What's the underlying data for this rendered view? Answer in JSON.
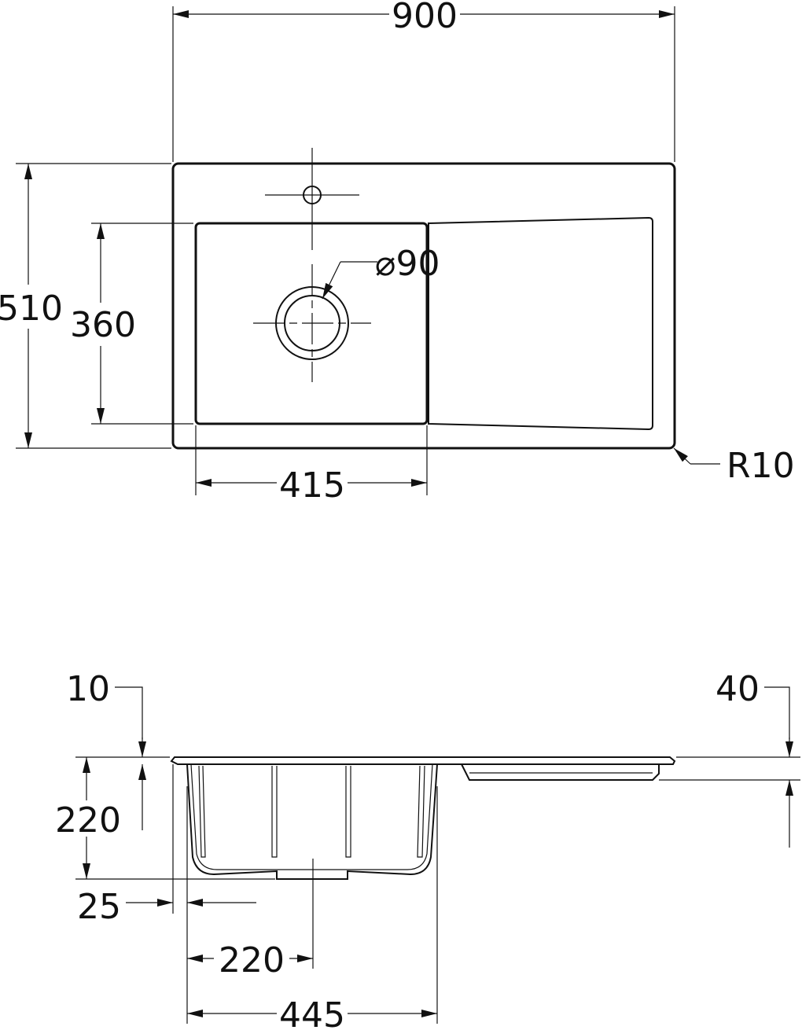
{
  "plan_view": {
    "overall_width": "900",
    "overall_depth": "510",
    "bowl_depth": "360",
    "bowl_width": "415",
    "waste_diameter": "⌀90",
    "corner_radius": "R10"
  },
  "section_view": {
    "rim_thickness": "10",
    "drainer_depth": "40",
    "bowl_height": "220",
    "bowl_offset": "25",
    "waste_centre": "220",
    "bowl_outer_width": "445"
  },
  "colors": {
    "line": "#111111",
    "background": "#ffffff"
  }
}
